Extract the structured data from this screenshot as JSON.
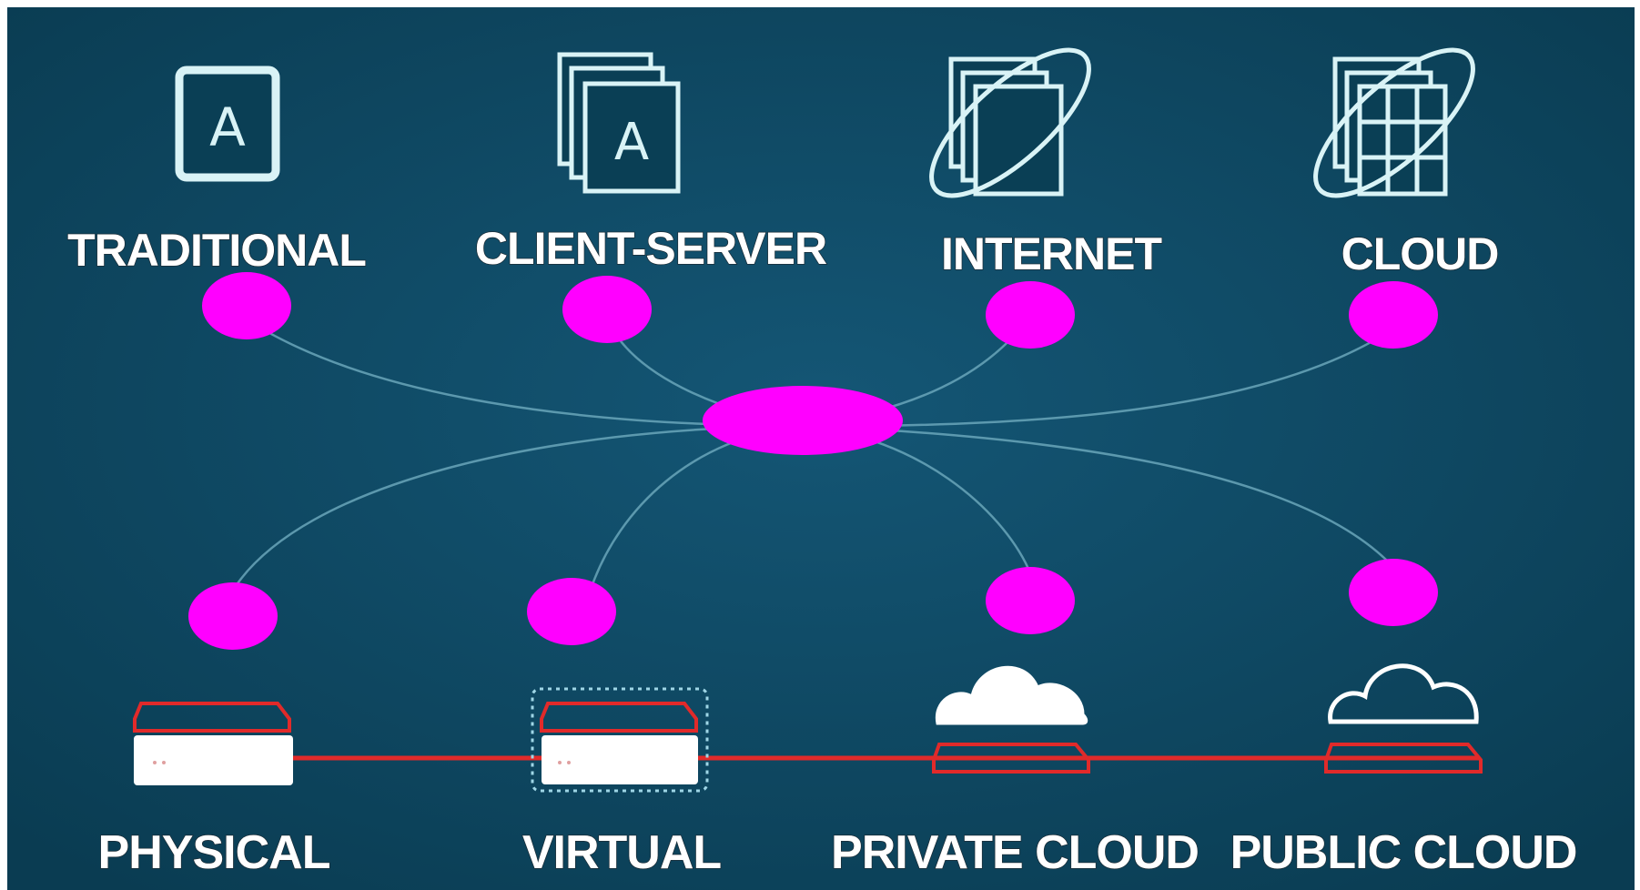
{
  "top_labels": {
    "traditional": "TRADITIONAL",
    "client_server": "CLIENT-SERVER",
    "internet": "INTERNET",
    "cloud": "CLOUD"
  },
  "bottom_labels": {
    "physical": "PHYSICAL",
    "virtual": "VIRTUAL",
    "private_cloud": "PRIVATE CLOUD",
    "public_cloud": "PUBLIC CLOUD"
  },
  "icons": {
    "traditional": "document-icon",
    "client_server": "stacked-documents-icon",
    "internet": "orbit-pages-icon",
    "cloud": "orbit-grid-icon",
    "physical": "server-icon",
    "virtual": "virtual-server-icon",
    "private_cloud": "cloud-outline-filled-icon",
    "public_cloud": "cloud-outline-icon"
  },
  "icon_letter": "A",
  "colors": {
    "background": "#0b4660",
    "node": "#ff00ff",
    "connector": "#6aa6ba",
    "infrastructure_line": "#e12a2a"
  }
}
